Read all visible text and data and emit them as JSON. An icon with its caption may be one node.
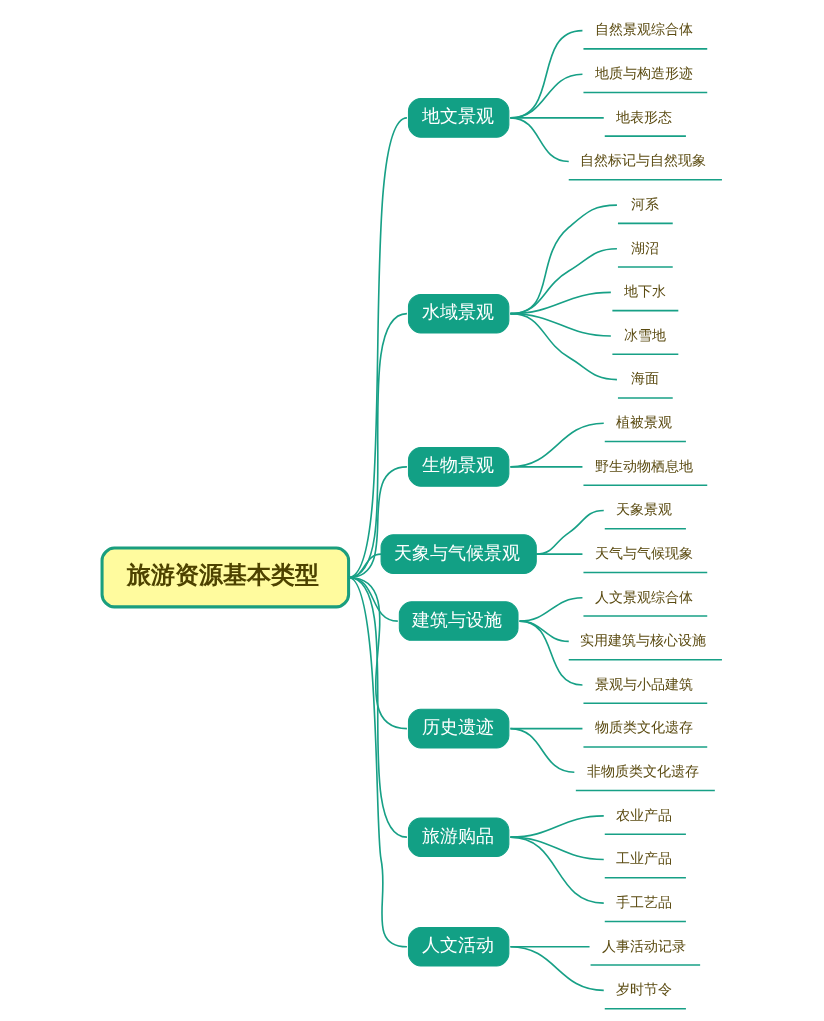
{
  "diagram": {
    "nodes": [
      {
        "text": [
          "旅游资源基本类型"
        ]
      },
      {
        "text": [
          "地文景观"
        ]
      },
      {
        "text": [
          "自然景观综合体"
        ]
      },
      {
        "text": [
          "地质与构造形迹"
        ]
      },
      {
        "text": [
          "地表形态"
        ]
      },
      {
        "text": [
          "自然标记与自然现象"
        ]
      },
      {
        "text": [
          "水域景观"
        ]
      },
      {
        "text": [
          "河系"
        ]
      },
      {
        "text": [
          "湖沼"
        ]
      },
      {
        "text": [
          "地下水"
        ]
      },
      {
        "text": [
          "冰雪地"
        ]
      },
      {
        "text": [
          "海面"
        ]
      },
      {
        "text": [
          "生物景观"
        ]
      },
      {
        "text": [
          "植被景观"
        ]
      },
      {
        "text": [
          "野生动物栖息地"
        ]
      },
      {
        "text": [
          "天象与气候景观"
        ]
      },
      {
        "text": [
          "天象景观"
        ]
      },
      {
        "text": [
          "天气与气候现象"
        ]
      },
      {
        "text": [
          "建筑与设施"
        ]
      },
      {
        "text": [
          "人文景观综合体"
        ]
      },
      {
        "text": [
          "实用建筑与核心设施"
        ]
      },
      {
        "text": [
          "景观与小品建筑"
        ]
      },
      {
        "text": [
          "历史遗迹"
        ]
      },
      {
        "text": [
          "物质类文化遗存"
        ]
      },
      {
        "text": [
          "非物质类文化遗存"
        ]
      },
      {
        "text": [
          "旅游购品"
        ]
      },
      {
        "text": [
          "农业产品"
        ]
      },
      {
        "text": [
          "工业产品"
        ]
      },
      {
        "text": [
          "手工艺品"
        ]
      },
      {
        "text": [
          "人文活动"
        ]
      },
      {
        "text": [
          "人事活动记录"
        ]
      },
      {
        "text": [
          "岁时节令"
        ]
      }
    ],
    "edges": [
      {
        "from": 0,
        "to": 1,
        "arrow": "none"
      },
      {
        "from": 1,
        "to": 2,
        "arrow": "none"
      },
      {
        "from": 1,
        "to": 3,
        "arrow": "none"
      },
      {
        "from": 1,
        "to": 4,
        "arrow": "none"
      },
      {
        "from": 1,
        "to": 5,
        "arrow": "none"
      },
      {
        "from": 0,
        "to": 6,
        "arrow": "none"
      },
      {
        "from": 6,
        "to": 7,
        "arrow": "none"
      },
      {
        "from": 6,
        "to": 8,
        "arrow": "none"
      },
      {
        "from": 6,
        "to": 9,
        "arrow": "none"
      },
      {
        "from": 6,
        "to": 10,
        "arrow": "none"
      },
      {
        "from": 6,
        "to": 11,
        "arrow": "none"
      },
      {
        "from": 0,
        "to": 12,
        "arrow": "none"
      },
      {
        "from": 12,
        "to": 13,
        "arrow": "none"
      },
      {
        "from": 12,
        "to": 14,
        "arrow": "none"
      },
      {
        "from": 0,
        "to": 15,
        "arrow": "none"
      },
      {
        "from": 15,
        "to": 16,
        "arrow": "none"
      },
      {
        "from": 15,
        "to": 17,
        "arrow": "none"
      },
      {
        "from": 0,
        "to": 18,
        "arrow": "none"
      },
      {
        "from": 18,
        "to": 19,
        "arrow": "none"
      },
      {
        "from": 18,
        "to": 20,
        "arrow": "none"
      },
      {
        "from": 18,
        "to": 21,
        "arrow": "none"
      },
      {
        "from": 0,
        "to": 22,
        "arrow": "none"
      },
      {
        "from": 22,
        "to": 23,
        "arrow": "none"
      },
      {
        "from": 22,
        "to": 24,
        "arrow": "none"
      },
      {
        "from": 0,
        "to": 25,
        "arrow": "none"
      },
      {
        "from": 25,
        "to": 26,
        "arrow": "none"
      },
      {
        "from": 25,
        "to": 27,
        "arrow": "none"
      },
      {
        "from": 25,
        "to": 28,
        "arrow": "none"
      },
      {
        "from": 0,
        "to": 29,
        "arrow": "none"
      },
      {
        "from": 29,
        "to": 30,
        "arrow": "none"
      },
      {
        "from": 29,
        "to": 31,
        "arrow": "none"
      }
    ]
  }
}
